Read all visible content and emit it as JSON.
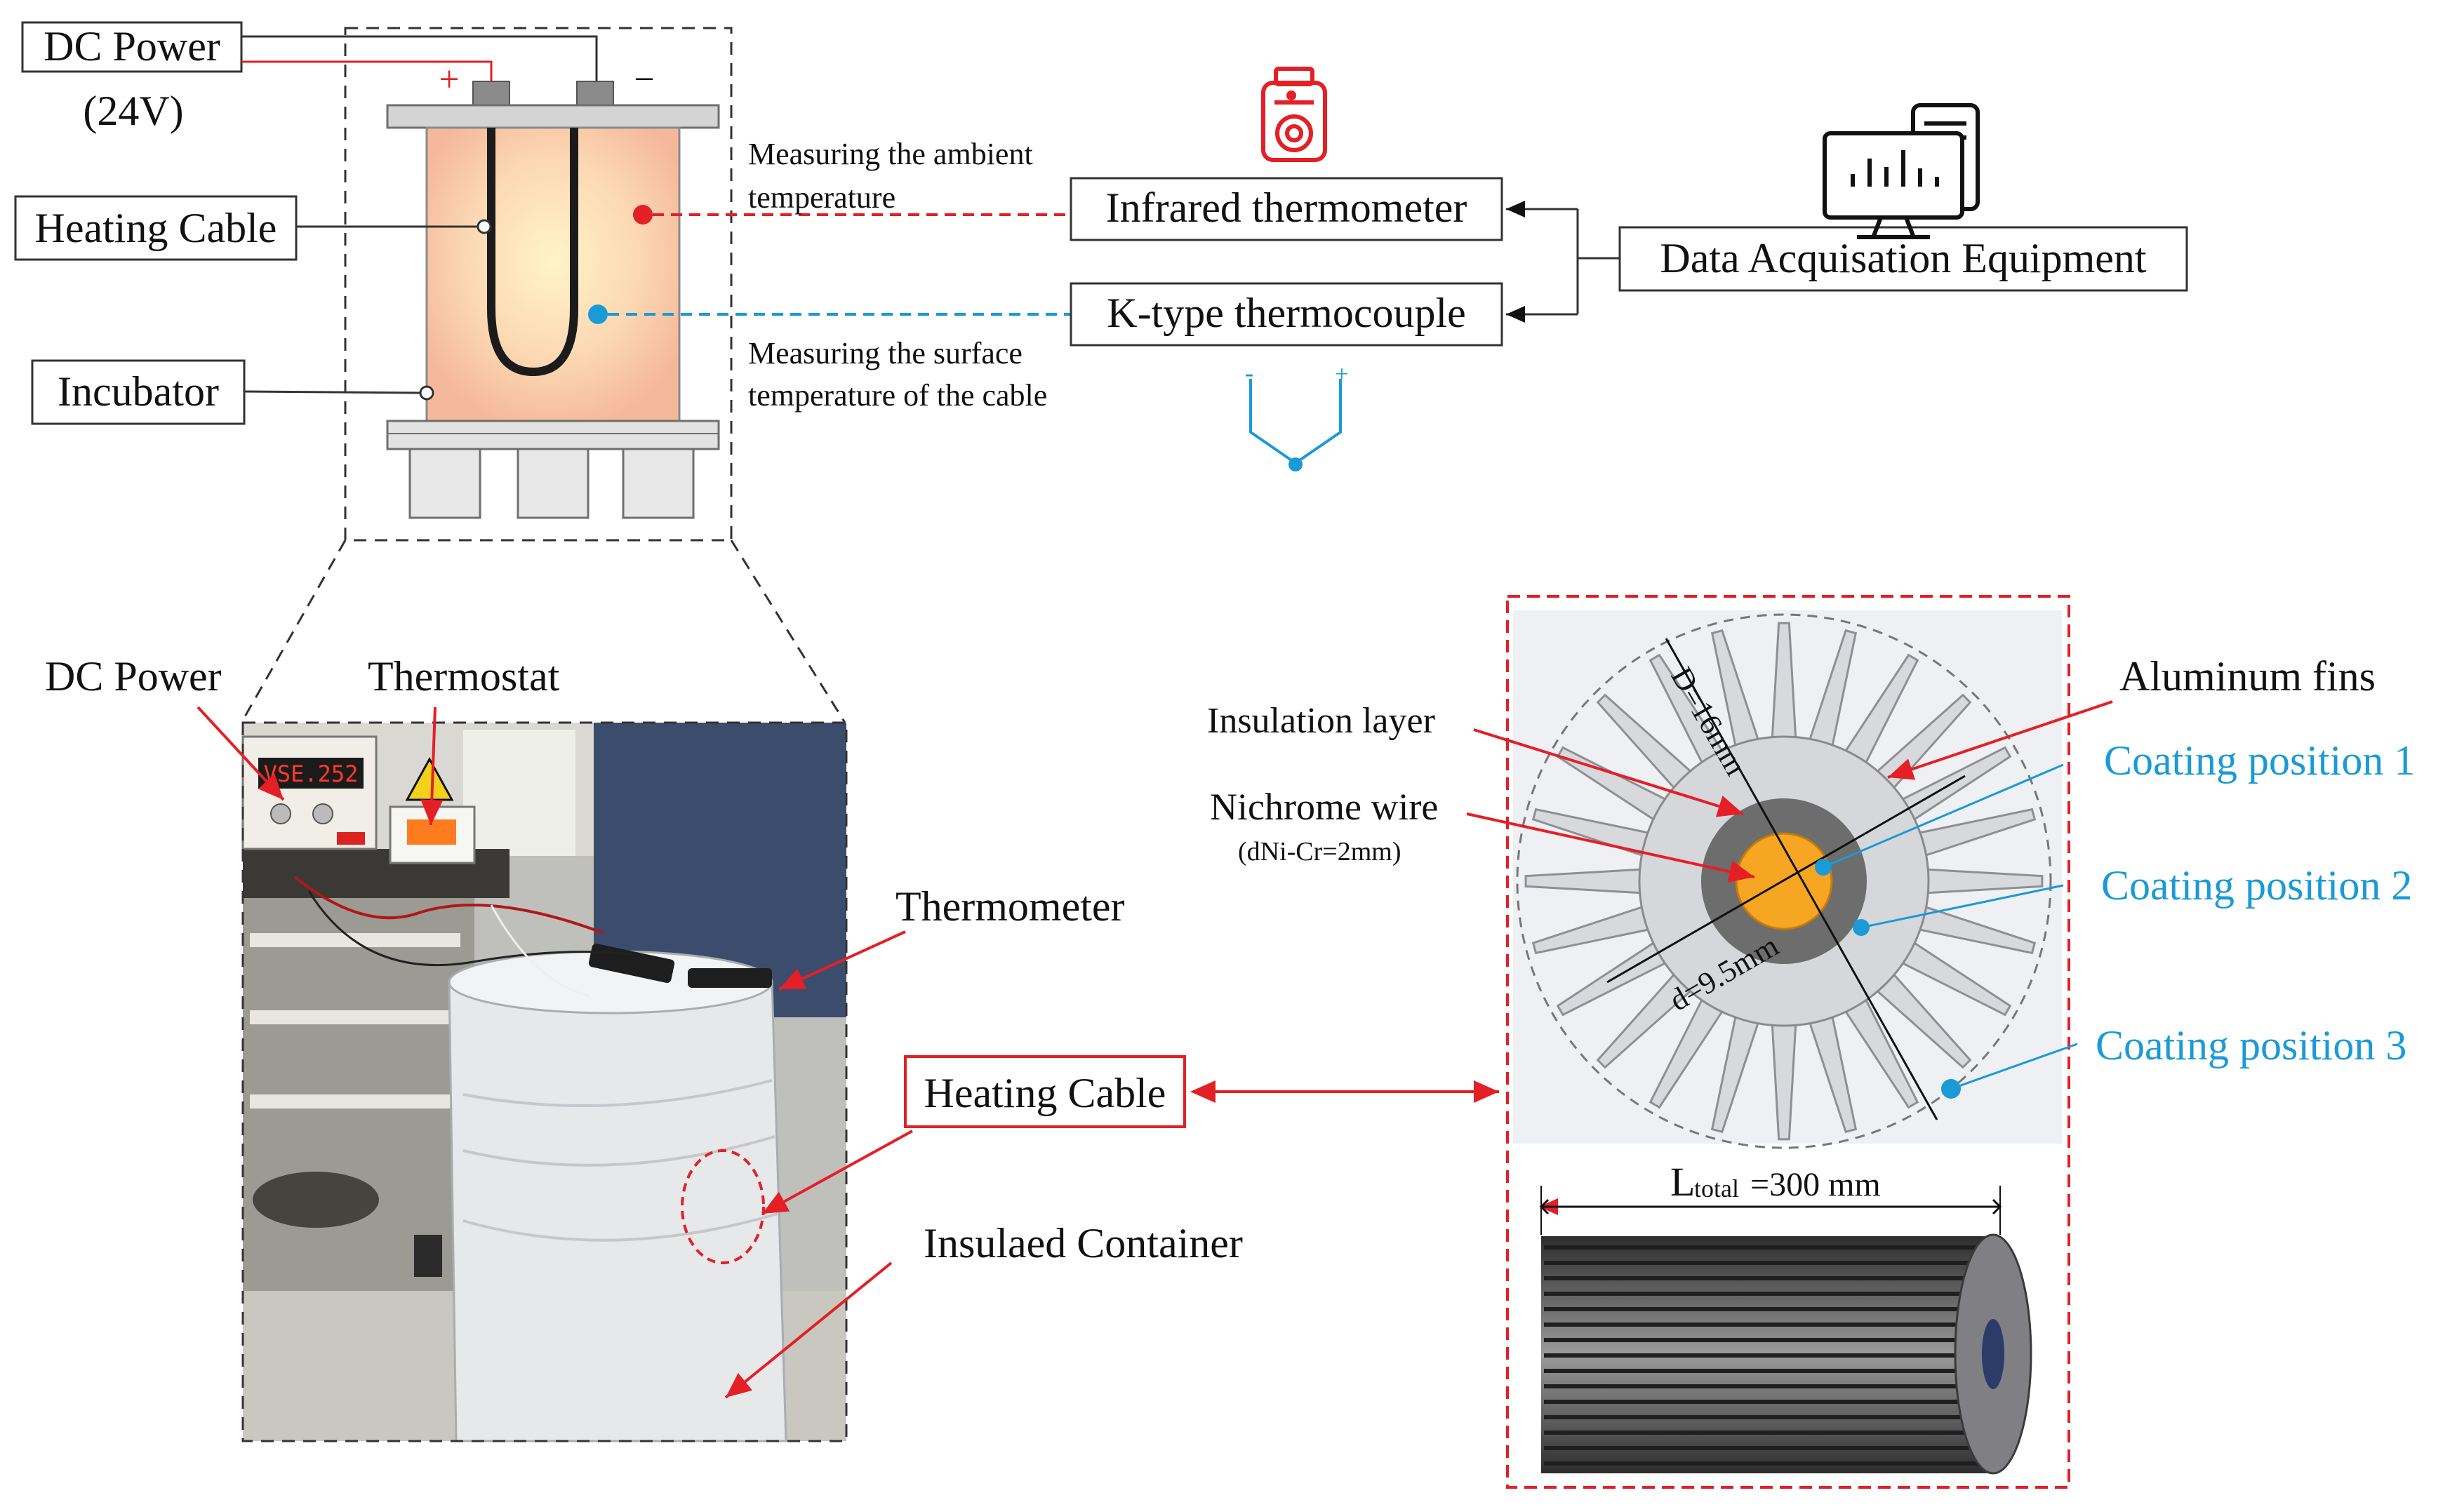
{
  "top": {
    "dc_power": "DC Power",
    "voltage": "(24V)",
    "plus": "+",
    "minus": "−",
    "heating_cable": "Heating Cable",
    "incubator": "Incubator",
    "ambient_note_1": "Measuring the ambient",
    "ambient_note_2": "temperature",
    "surface_note_1": "Measuring the surface",
    "surface_note_2": "temperature of the cable",
    "infrared": "Infrared thermometer",
    "ktype": "K-type thermocouple",
    "daq": "Data Acquisation Equipment",
    "tc_minus": "-",
    "tc_plus": "+"
  },
  "photo": {
    "dc_power": "DC Power",
    "thermostat": "Thermostat",
    "thermometer": "Thermometer",
    "heating_cable": "Heating Cable",
    "container": "Insulaed Container",
    "display_reading": "VSE.252"
  },
  "cable": {
    "aluminum_fins": "Aluminum fins",
    "insulation": "Insulation layer",
    "nichrome": "Nichrome wire",
    "nichrome_sub": "(dNi-Cr=2mm)",
    "coat1": "Coating position 1",
    "coat2": "Coating position 2",
    "coat3": "Coating position 3",
    "D_label": "D=16mm",
    "d_label": "d=9.5mm",
    "length_main": "L",
    "length_sub": "total",
    "length_val": "=300 mm"
  },
  "colors": {
    "red": "#e41f26",
    "blue": "#1a9ad6",
    "orange": "#f6a623"
  }
}
